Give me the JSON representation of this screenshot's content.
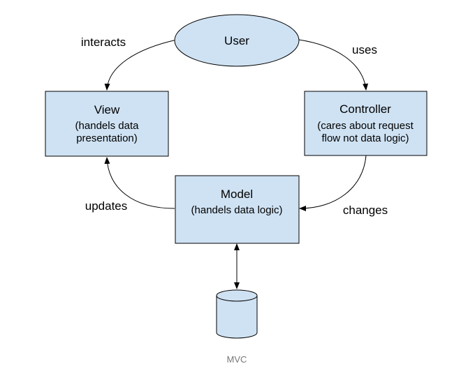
{
  "colors": {
    "node_fill": "#cfe2f3",
    "stroke": "#000000",
    "caption": "#777777"
  },
  "nodes": {
    "user": {
      "label": "User"
    },
    "view": {
      "label": "View",
      "description": [
        "(handels data",
        "presentation)"
      ]
    },
    "controller": {
      "label": "Controller",
      "description": [
        "(cares about request",
        "flow not data logic)"
      ]
    },
    "model": {
      "label": "Model",
      "description": [
        "(handels data logic)"
      ]
    },
    "database": {
      "label": ""
    }
  },
  "edges": {
    "user_to_view": {
      "label": "interacts"
    },
    "user_to_controller": {
      "label": "uses"
    },
    "model_to_view": {
      "label": "updates"
    },
    "controller_to_model": {
      "label": "changes"
    },
    "model_database": {
      "label": ""
    }
  },
  "caption": "MVC"
}
